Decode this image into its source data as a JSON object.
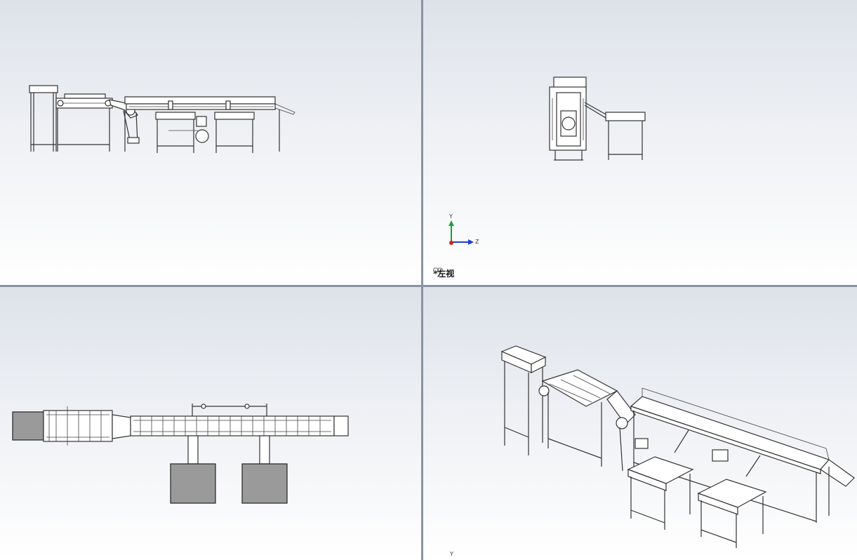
{
  "viewports": {
    "top_left": {
      "name": "front-view"
    },
    "top_right": {
      "name": "left-view",
      "view_label": "*左视"
    },
    "bottom_left": {
      "name": "top-view"
    },
    "bottom_right": {
      "name": "isometric-view"
    }
  },
  "triad": {
    "y_label": "Y",
    "z_label": "Z"
  },
  "triad_bottom": {
    "y_label": "Y"
  },
  "icons": {
    "view_link": "link-icon"
  },
  "colors": {
    "axis_y": "#1aa33a",
    "axis_z": "#1a3fd6",
    "axis_x": "#d62020",
    "splitter": "#8a93a3"
  }
}
